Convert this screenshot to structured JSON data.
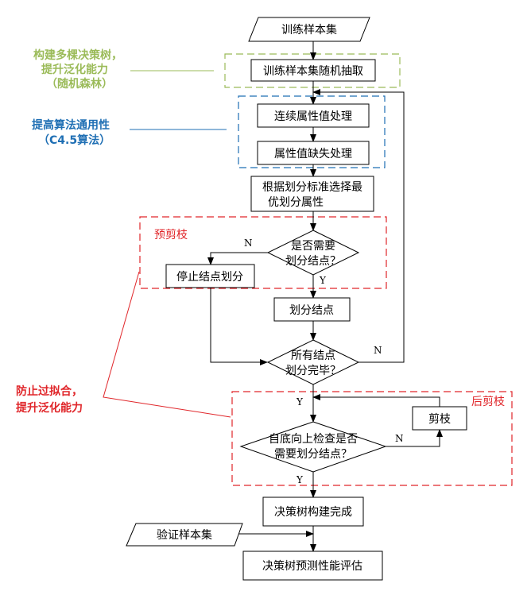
{
  "colors": {
    "line": "#000000",
    "green": "#9bbb59",
    "blue": "#1f6fb4",
    "red": "#e0262a",
    "shape_fill": "#ffffff"
  },
  "nodes": {
    "train_set": "训练样本集",
    "random_sample": "训练样本集随机抽取",
    "continuous_attr": "连续属性值处理",
    "missing_attr": "属性值缺失处理",
    "select_attr_line1": "根据划分标准选择最",
    "select_attr_line2": "优划分属性",
    "need_split_line1": "是否需要",
    "need_split_line2": "划分结点？",
    "stop_split": "停止结点划分",
    "split_node": "划分结点",
    "all_done_line1": "所有结点",
    "all_done_line2": "划分完毕？",
    "check_line1": "自底向上检查是否",
    "check_line2": "需要划分结点？",
    "prune": "剪枝",
    "tree_done": "决策树构建完成",
    "validation_set": "验证样本集",
    "evaluate": "决策树预测性能评估"
  },
  "edge_labels": {
    "need_split_no": "N",
    "need_split_yes": "Y",
    "all_done_no": "N",
    "all_done_yes": "Y",
    "check_no": "N",
    "check_yes": "Y"
  },
  "regions": {
    "pre_pruning": "预剪枝",
    "post_pruning": "后剪枝"
  },
  "annotations": {
    "random_forest": [
      "构建多棵决策树，",
      "提升泛化能力",
      "（随机森林）"
    ],
    "c45": [
      "提高算法通用性",
      "（C4.5算法）"
    ],
    "overfit": [
      "防止过拟合，",
      "提升泛化能力"
    ]
  }
}
